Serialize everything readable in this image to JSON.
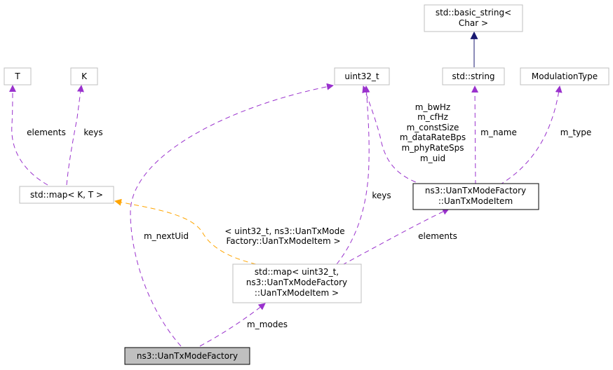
{
  "nodes": {
    "basic_string": [
      "std::basic_string<",
      "Char >"
    ],
    "T": [
      "T"
    ],
    "K": [
      "K"
    ],
    "uint32_t": [
      "uint32_t"
    ],
    "std_string": [
      "std::string"
    ],
    "modulation_type": [
      "ModulationType"
    ],
    "std_map_kt": [
      "std::map< K, T >"
    ],
    "uan_tx_mode_item": [
      "ns3::UanTxModeFactory",
      "::UanTxModeItem"
    ],
    "std_map_uint32": [
      "std::map< uint32_t,",
      "ns3::UanTxModeFactory",
      "::UanTxModeItem >"
    ],
    "uan_tx_mode_factory": [
      "ns3::UanTxModeFactory"
    ]
  },
  "edge_labels": {
    "elements_T": [
      "elements"
    ],
    "keys_K": [
      "keys"
    ],
    "item_fields": [
      "m_bwHz",
      "m_cfHz",
      "m_constSize",
      "m_dataRateBps",
      "m_phyRateSps",
      "m_uid"
    ],
    "m_name": [
      "m_name"
    ],
    "m_type": [
      "m_type"
    ],
    "keys_uint": [
      "keys"
    ],
    "m_nextUid": [
      "m_nextUid"
    ],
    "template_args": [
      "< uint32_t, ns3::UanTxMode",
      "Factory::UanTxModeItem >"
    ],
    "elements_item": [
      "elements"
    ],
    "m_modes": [
      "m_modes"
    ]
  },
  "colors": {
    "member_edge": "#9a32cd",
    "template_edge": "#ffa500",
    "inherit_edge": "#191970"
  }
}
